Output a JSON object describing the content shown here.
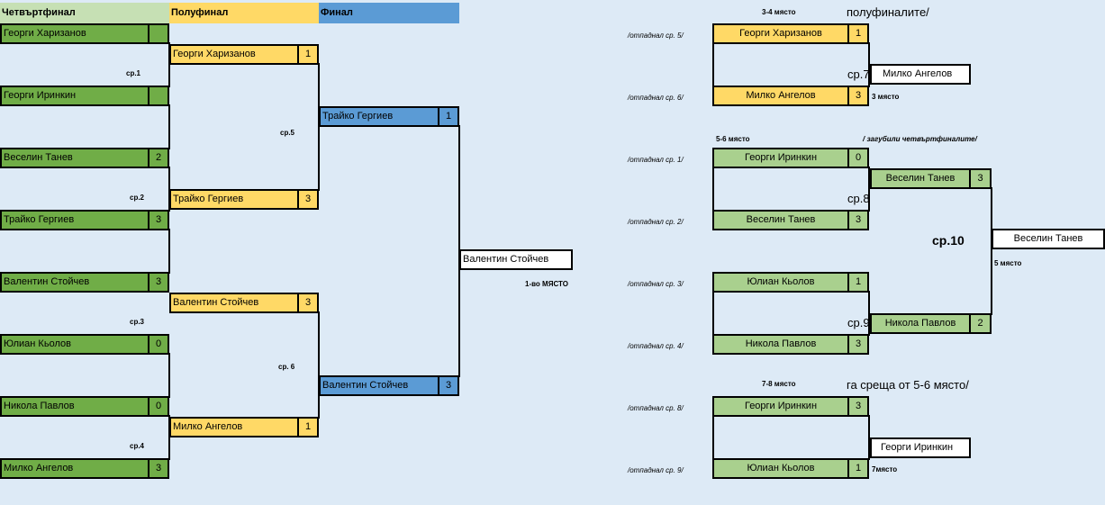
{
  "headers": {
    "qf": "Четвъртфинал",
    "sf": "Полуфинал",
    "final": "Финал"
  },
  "qf": [
    {
      "name": "Георги Харизанов",
      "score": ""
    },
    {
      "name": "Георги Иринкин",
      "score": ""
    },
    {
      "name": "Веселин Танев",
      "score": "2"
    },
    {
      "name": "Трайко Гергиев",
      "score": "3"
    },
    {
      "name": "Валентин Стойчев",
      "score": "3"
    },
    {
      "name": "Юлиан Кьолов",
      "score": "0"
    },
    {
      "name": "Никола Павлов",
      "score": "0"
    },
    {
      "name": "Милко Ангелов",
      "score": "3"
    }
  ],
  "sf": [
    {
      "name": "Георги Харизанов",
      "score": "1"
    },
    {
      "name": "Трайко Гергиев",
      "score": "3"
    },
    {
      "name": "Валентин Стойчев",
      "score": "3"
    },
    {
      "name": "Милко Ангелов",
      "score": "1"
    }
  ],
  "fin": [
    {
      "name": "Трайко Гергиев",
      "score": "1"
    },
    {
      "name": "Валентин Стойчев",
      "score": "3"
    }
  ],
  "winner": {
    "name": "Валентин Стойчев",
    "place": "1-во МЯСТО"
  },
  "match": {
    "m1": "ср.1",
    "m2": "ср.2",
    "m3": "ср.3",
    "m4": "ср.4",
    "m5": "ср.5",
    "m6": "ср. 6"
  },
  "r34": {
    "title": "3-4 място",
    "subtitle": "полуфиналите/",
    "lost": [
      "/отпаднал ср. 5/",
      "/отпаднал ср. 6/"
    ],
    "players": [
      {
        "name": "Георги Харизанов",
        "score": "1"
      },
      {
        "name": "Милко Ангелов",
        "score": "3"
      }
    ],
    "match": "ср.7",
    "result": "Милко Ангелов",
    "place": "3 място"
  },
  "r56": {
    "title": "5-6 място",
    "subtitle": "/ загубили четвъртфиналите/",
    "lost": [
      "/отпаднал ср. 1/",
      "/отпаднал ср. 2/",
      "/отпаднал ср. 3/",
      "/отпаднал ср. 4/"
    ],
    "players": [
      {
        "name": "Георги Иринкин",
        "score": "0"
      },
      {
        "name": "Веселин Танев",
        "score": "3"
      },
      {
        "name": "Юлиан Кьолов",
        "score": "1"
      },
      {
        "name": "Никола Павлов",
        "score": "3"
      }
    ],
    "semi": [
      {
        "name": "Веселин Танев",
        "score": "3"
      },
      {
        "name": "Никола Павлов",
        "score": "2"
      }
    ],
    "m8": "ср.8",
    "m9": "ср.9",
    "m10": "ср.10",
    "result": "Веселин Танев",
    "place": "5 място"
  },
  "r78": {
    "title": "7-8 място",
    "subtitle": "га среща от 5-6 място/",
    "lost": [
      "/отпаднал ср. 8/",
      "/отпаднал ср. 9/"
    ],
    "players": [
      {
        "name": "Георги Иринкин",
        "score": "3"
      },
      {
        "name": "Юлиан Кьолов",
        "score": "1"
      }
    ],
    "result": "Георги Иринкин",
    "place": "7място"
  }
}
